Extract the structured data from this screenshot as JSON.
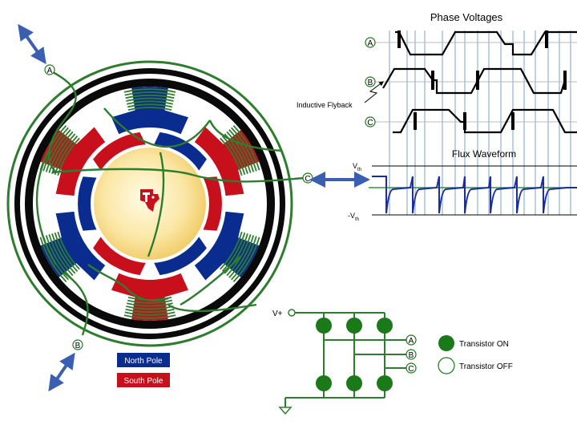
{
  "phase_panel": {
    "title": "Phase Voltages",
    "phases": [
      "A",
      "B",
      "C"
    ],
    "flyback_label": "Inductive Flyback"
  },
  "flux_panel": {
    "title": "Flux Waveform",
    "vth_pos": "V",
    "vth_neg": "-V",
    "vth_sub": "th"
  },
  "motor": {
    "terminal_a": "A",
    "terminal_b": "B",
    "terminal_c": "C"
  },
  "legend": {
    "north_label": "North Pole",
    "south_label": "South Pole",
    "north_color": "#0a2c8f",
    "south_color": "#c8101c"
  },
  "circuit": {
    "supply_label": "V+",
    "outputs": [
      "A",
      "B",
      "C"
    ],
    "on_label": "Transistor ON",
    "off_label": "Transistor OFF",
    "on_color": "#1a7a1a"
  },
  "colors": {
    "winding_green": "#2e7d2e",
    "gridline_blue": "#8fb0d8",
    "flux_blue": "#1a2ea0"
  }
}
